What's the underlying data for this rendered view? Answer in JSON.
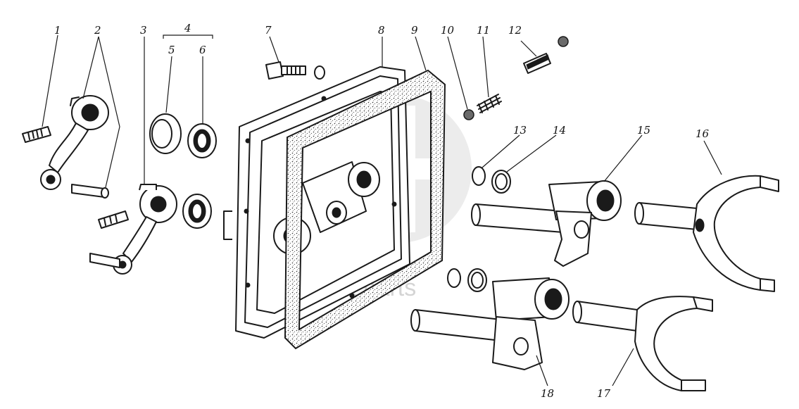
{
  "callouts": {
    "c1": "1",
    "c2": "2",
    "c3": "3",
    "c4": "4",
    "c5": "5",
    "c6": "6",
    "c7": "7",
    "c8": "8",
    "c9": "9",
    "c10": "10",
    "c11": "11",
    "c12": "12",
    "c13": "13",
    "c14": "14",
    "c15": "15",
    "c16": "16",
    "c17": "17",
    "c18": "18"
  },
  "watermark": "data parts",
  "colors": {
    "ink": "#1a1a1a",
    "gasket_fill": "#9a9a9a",
    "watermark": "#d4d4d4"
  }
}
